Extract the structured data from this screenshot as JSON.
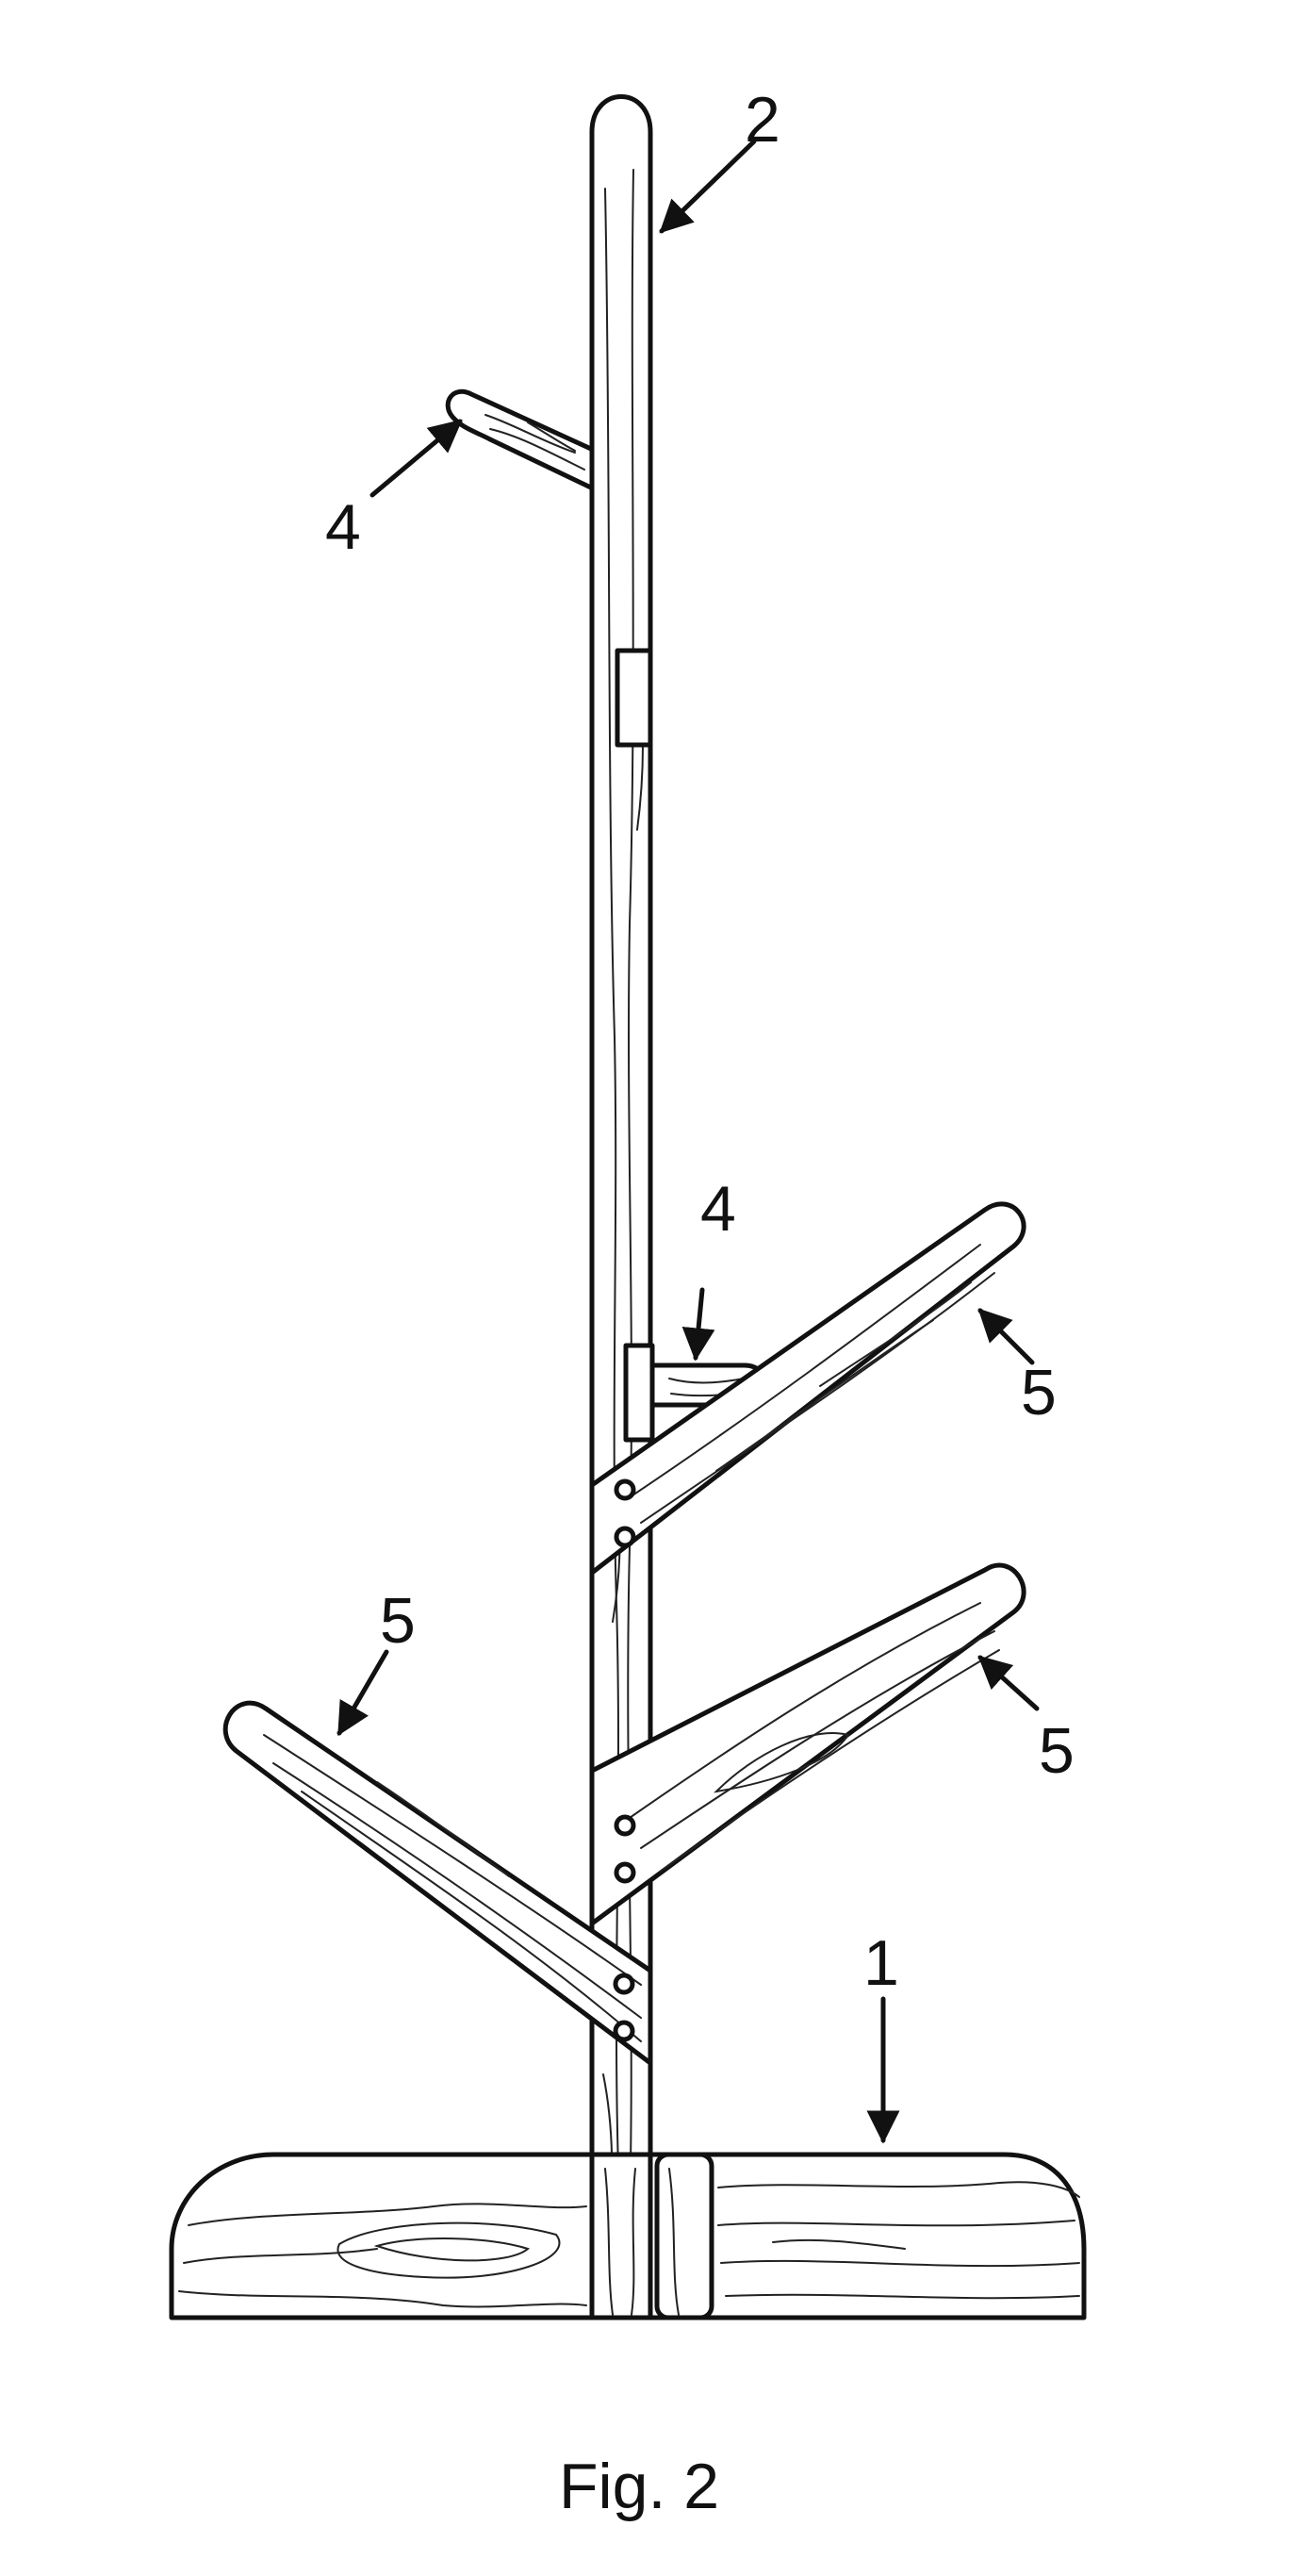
{
  "figure": {
    "caption": "Fig. 2",
    "labels": {
      "base": "1",
      "post": "2",
      "peg_upper": "4",
      "peg_middle": "4",
      "arm_right_upper": "5",
      "arm_right_lower": "5",
      "arm_left": "5"
    }
  }
}
